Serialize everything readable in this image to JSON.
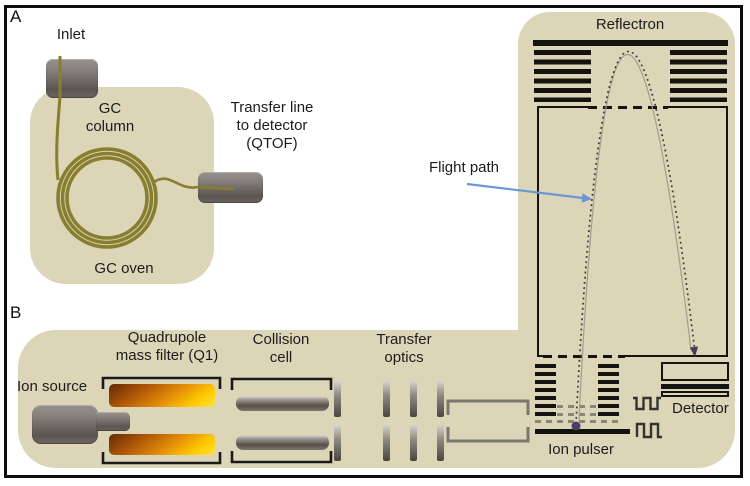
{
  "figure": {
    "panel_a_label": "A",
    "panel_b_label": "B"
  },
  "gc_section": {
    "inlet_label": "Inlet",
    "gc_column_label": "GC\ncolumn",
    "gc_oven_label": "GC oven",
    "transfer_line_label": "Transfer line\nto detector\n(QTOF)"
  },
  "qtof_section": {
    "reflectron_label": "Reflectron",
    "flight_path_label": "Flight path",
    "ion_source_label": "Ion source",
    "quadrupole_label": "Quadrupole\nmass filter (Q1)",
    "collision_cell_label": "Collision\ncell",
    "transfer_optics_label": "Transfer\noptics",
    "ion_pulser_label": "Ion pulser",
    "detector_label": "Detector"
  },
  "colors": {
    "panel_beige": "#dcd5b7",
    "column_olive": "#877e2f",
    "quad_rod_dark": "#5f2a04",
    "quad_rod_bright": "#ffe33c",
    "metal_gray_light": "#97928d",
    "metal_gray_dark": "#5a554f",
    "flight_path_arrow_blue": "#6b96d6",
    "ion_dot_purple": "#4d3d62",
    "bar_black": "#151310",
    "dash_gray": "#8b8577"
  }
}
